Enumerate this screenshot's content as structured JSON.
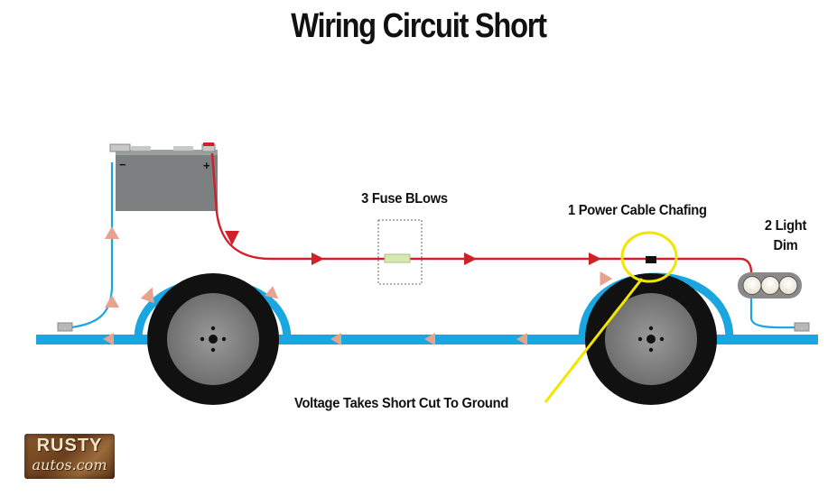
{
  "title": "Wiring Circuit Short",
  "labels": {
    "fuse": "3 Fuse BLows",
    "chafing": "1 Power Cable Chafing",
    "light_line1": "2 Light",
    "light_line2": "Dim",
    "short": "Voltage Takes Short Cut To Ground"
  },
  "battery": {
    "negative": "−",
    "positive": "+"
  },
  "logo": {
    "line1": "RUSTY",
    "line2": "autos.com"
  },
  "colors": {
    "power_wire": "#d0202a",
    "ground_wire": "#1aa6e0",
    "frame": "#1aa6e0",
    "arrow_power": "#d0202a",
    "arrow_ground": "#e8a390",
    "highlight": "#f2e500",
    "battery": "#7c8080",
    "tire": "#111111",
    "rim": "#8a8a8a"
  }
}
